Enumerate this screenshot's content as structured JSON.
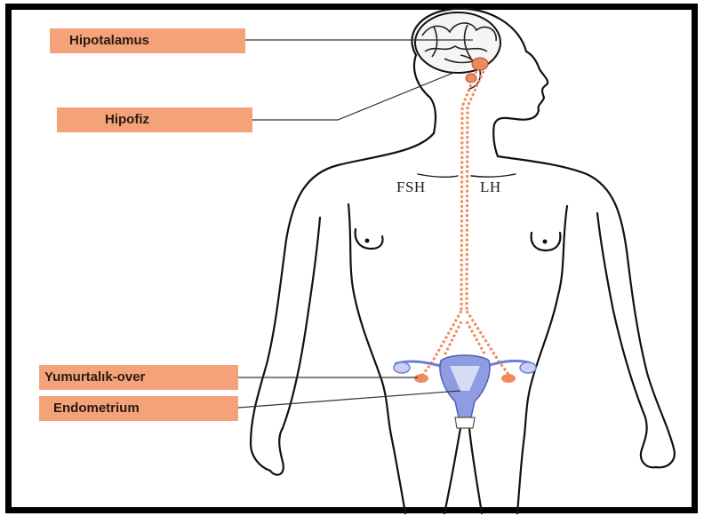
{
  "labels": {
    "hypothalamus": "Hipotalamus",
    "pituitary": "Hipofiz",
    "ovary": "Yumurtalık-over",
    "endometrium": "Endometrium"
  },
  "hormones": {
    "fsh": "FSH",
    "lh": "LH"
  },
  "colors": {
    "label_fill": "#f4a27a",
    "pathway": "#f08a5d",
    "uterus": "#6f7fd6",
    "outline": "#111111",
    "frame": "#000000"
  }
}
